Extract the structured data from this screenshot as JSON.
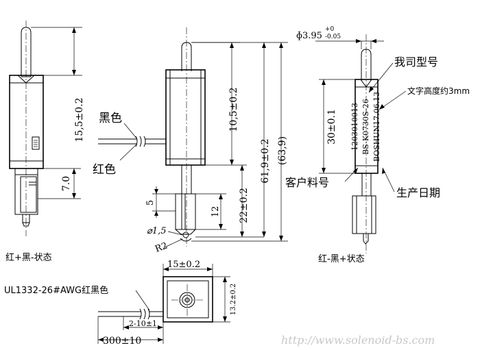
{
  "left_view": {
    "dim_total": "15,5±0.2",
    "dim_plunger": "7.0",
    "state_label": "红+黑-状态"
  },
  "middle_view": {
    "wire_black_label": "黑色",
    "wire_red_label": "红色",
    "dim_body": "10,5±0.2",
    "dim_lower": "22±0.2",
    "dim_total": "61,9±0.2",
    "dim_ref": "(63,9)",
    "dim_slot": "5",
    "dim_bracket": "12",
    "dim_dia": "⌀1,5",
    "dim_radius": "R2"
  },
  "right_view": {
    "dim_dia_main": "ɸ3.95",
    "dim_dia_tol_upper": "+0",
    "dim_dia_tol_lower": "-0.05",
    "dim_length": "30±0.1",
    "label_model": "我司型号",
    "label_text_height": "文字高度约3mm",
    "label_customer_part": "客户料号",
    "label_production_date": "生产日期",
    "marking_line1": "1203010013",
    "marking_line2": "BS-K0730S-26",
    "marking_line3": "BOSHUN17.06.13",
    "state_label": "红-黑+状态"
  },
  "bottom_view": {
    "dim_width": "15±0.2",
    "dim_height": "13.2±0.2",
    "wire_spec": "UL1332-26#AWG红黑色",
    "dim_strip": "2-10±1",
    "dim_wire_length": "300±10"
  },
  "watermark": "http://www.solenoid-bs.com"
}
